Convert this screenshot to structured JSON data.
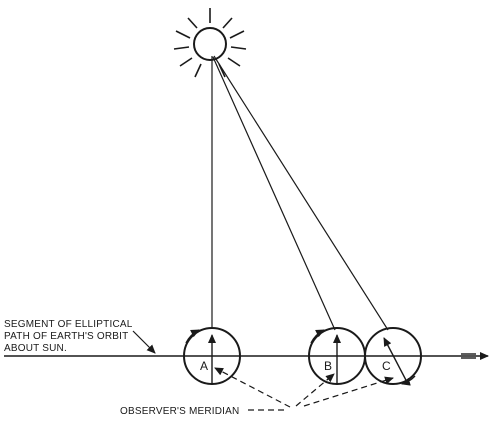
{
  "caption": {
    "line1": "SEGMENT OF ELLIPTICAL",
    "line2": "PATH OF EARTH'S ORBIT",
    "line3": "ABOUT SUN."
  },
  "positions": {
    "a": "A",
    "b": "B",
    "c": "C"
  },
  "meridian_label": "OBSERVER'S MERIDIAN"
}
